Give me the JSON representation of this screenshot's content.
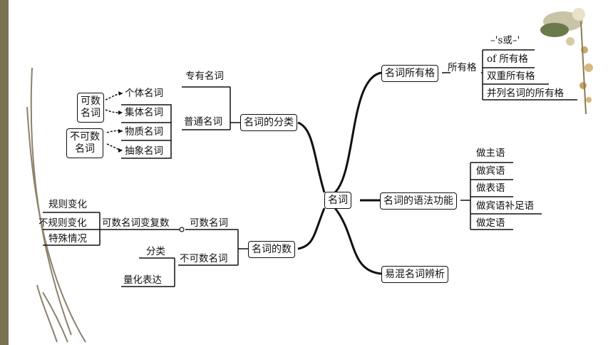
{
  "root": "名词",
  "branches": {
    "classification": {
      "label": "名词的分类",
      "proper": "专有名词",
      "common": "普通名词",
      "countable_group": {
        "label_l1": "可数",
        "label_l2": "名词",
        "items": [
          "个体名词",
          "集体名词"
        ]
      },
      "uncountable_group": {
        "label_l1": "不可数",
        "label_l2": "名词",
        "items": [
          "物质名词",
          "抽象名词"
        ]
      }
    },
    "number": {
      "label": "名词的数",
      "countable": "可数名词",
      "plural_change": "可数名词变复数",
      "plural_items": [
        "规则变化",
        "不规则变化",
        "特殊情况"
      ],
      "uncountable": "不可数名词",
      "uncountable_items": [
        "分类",
        "量化表达"
      ]
    },
    "possessive": {
      "label": "名词所有格",
      "sub": "所有格",
      "items": [
        "–'s或–'",
        "of 所有格",
        "双重所有格",
        "并列名词的所有格"
      ]
    },
    "function": {
      "label": "名词的语法功能",
      "items": [
        "做主语",
        "做宾语",
        "做表语",
        "做宾语补足语",
        "做定语"
      ]
    },
    "confusing": {
      "label": "易混名词辨析"
    }
  },
  "colors": {
    "sidebar": "#7a7155",
    "line": "#111111",
    "background": "#ffffff"
  }
}
